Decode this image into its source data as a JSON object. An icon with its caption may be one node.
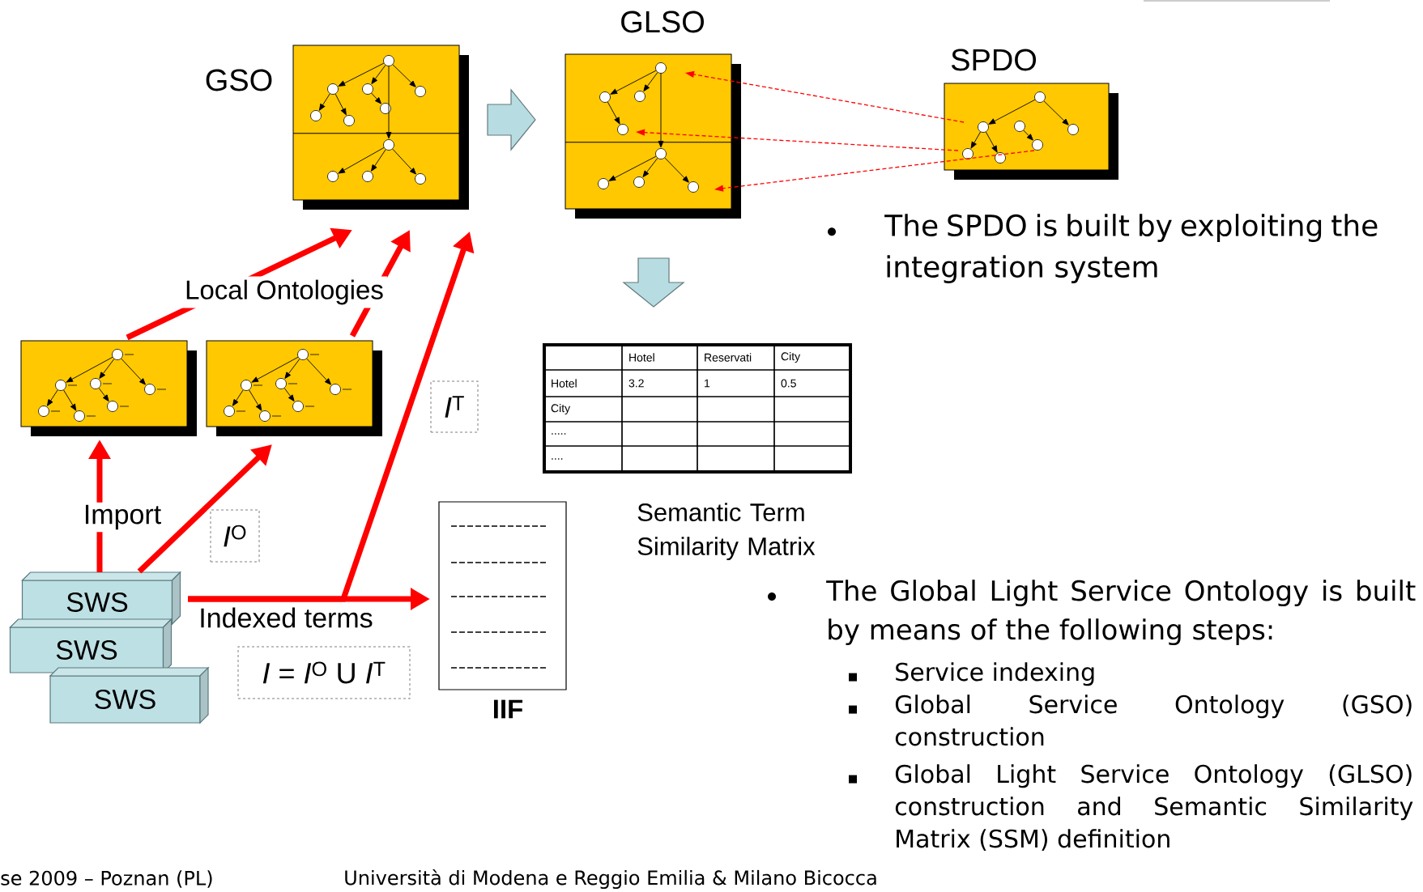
{
  "diagram": {
    "nodes": [
      {
        "text": [
          "GSO"
        ]
      },
      {
        "text": [
          "GLSO"
        ]
      },
      {
        "text": [
          "SPDO"
        ]
      },
      {
        "text": [],
        "shape": "box"
      },
      {
        "text": [],
        "shape": "box"
      },
      {
        "text": [
          "*I*$^{T}$"
        ]
      },
      {
        "text": [
          "Hotel",
          "Reservati",
          "City",
          "Hotel",
          "3.2",
          "1",
          "0.5",
          "City",
          ".....",
          "...."
        ],
        "beside": [
          "Semantic Term Similarity Matrix"
        ]
      },
      {
        "text": [
          "*I*$^{O}$"
        ]
      },
      {
        "text": [
          "SWS"
        ]
      },
      {
        "text": [
          "SWS"
        ]
      },
      {
        "text": [
          "SWS"
        ]
      },
      {
        "text": [
          "*I* = *I*$^{O}$ U *I*$^{T}$"
        ]
      },
      {
        "text": [
          "IIF"
        ]
      }
    ],
    "edges": [
      {
        "from": 3,
        "to": 0,
        "arrow": "to"
      },
      {
        "from": 4,
        "to": 0,
        "arrow": "to"
      },
      {
        "from": 8,
        "to": 3,
        "arrow": "to",
        "label": "Import"
      },
      {
        "from": 8,
        "to": 4,
        "arrow": "to"
      },
      {
        "from": 8,
        "to": 12,
        "arrow": "to",
        "label": "Indexed terms"
      },
      {
        "from": 8,
        "to": 0,
        "arrow": "to"
      },
      {
        "from": 0,
        "to": 1,
        "arrow": "to",
        "style": "thick",
        "color": "#b7dde3"
      },
      {
        "from": 1,
        "to": 6,
        "arrow": "to",
        "style": "thick",
        "color": "#b7dde3"
      },
      {
        "from": 2,
        "to": 1,
        "arrow": "to",
        "style": "dashed"
      },
      {
        "from": 2,
        "to": 1,
        "arrow": "to",
        "style": "dashed"
      },
      {
        "from": 2,
        "to": 1,
        "arrow": "to",
        "style": "dashed"
      }
    ],
    "labels": [
      "Local Ontologies",
      "The SPDO is built by exploiting the integration system",
      "The Global Light Service Ontology is built by means of the following steps:",
      "Service indexing",
      "Global Service Ontology (GSO) construction",
      "Global Light Service Ontology (GLSO) construction and Semantic Similarity Matrix (SSM) definition",
      "se 2009 – Poznan (PL)",
      "Università di Modena e Reggio Emilia & Milano Bicocca"
    ]
  }
}
